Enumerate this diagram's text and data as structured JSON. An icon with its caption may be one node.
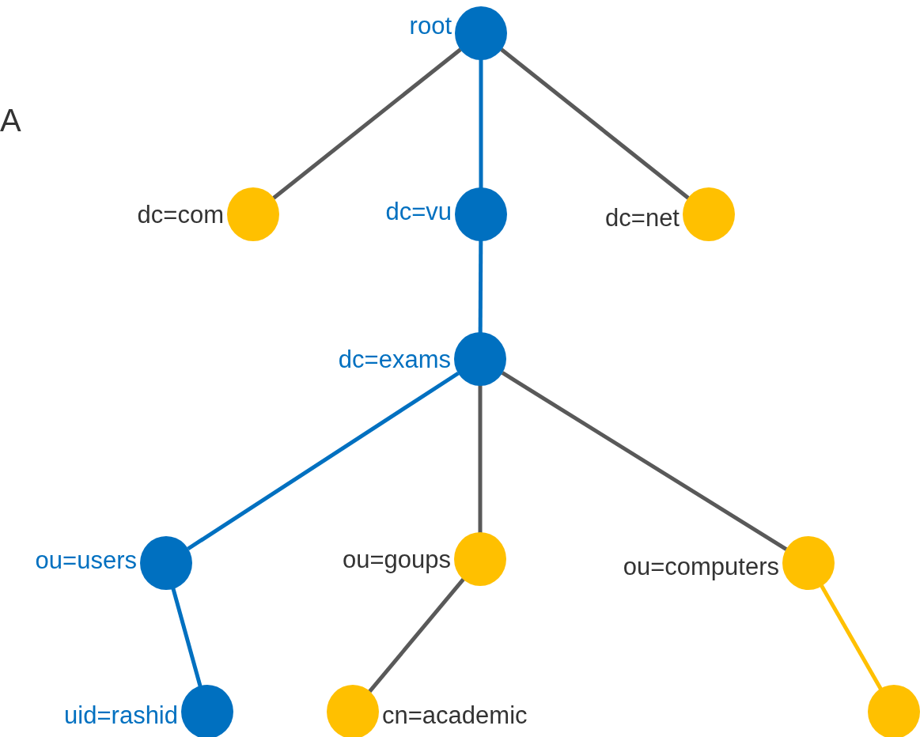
{
  "diagram": {
    "nodes": [
      {
        "text": [
          "root"
        ]
      },
      {
        "text": [
          "dc=com"
        ]
      },
      {
        "text": [
          "dc=vu"
        ]
      },
      {
        "text": [
          "dc=net"
        ]
      },
      {
        "text": [
          "dc=exams"
        ]
      },
      {
        "text": [
          "ou=users"
        ]
      },
      {
        "text": [
          "ou=goups"
        ]
      },
      {
        "text": [
          "ou=computers"
        ]
      },
      {
        "text": [
          "uid=rashid"
        ]
      },
      {
        "text": [
          "cn=academic"
        ]
      },
      {
        "text": [],
        "shape": "circle"
      }
    ],
    "edges": [
      {
        "from": 0,
        "to": 1,
        "arrow": "none"
      },
      {
        "from": 0,
        "to": 2,
        "arrow": "none",
        "color": "#0070c0"
      },
      {
        "from": 0,
        "to": 3,
        "arrow": "none"
      },
      {
        "from": 2,
        "to": 4,
        "arrow": "none",
        "color": "#0070c0"
      },
      {
        "from": 4,
        "to": 5,
        "arrow": "none",
        "color": "#0070c0"
      },
      {
        "from": 4,
        "to": 6,
        "arrow": "none"
      },
      {
        "from": 4,
        "to": 7,
        "arrow": "none"
      },
      {
        "from": 5,
        "to": 8,
        "arrow": "none",
        "color": "#0070c0"
      },
      {
        "from": 6,
        "to": 9,
        "arrow": "none"
      },
      {
        "from": 7,
        "to": 10,
        "arrow": "none",
        "color": "#ffc000"
      }
    ],
    "labels": [
      "A"
    ]
  }
}
